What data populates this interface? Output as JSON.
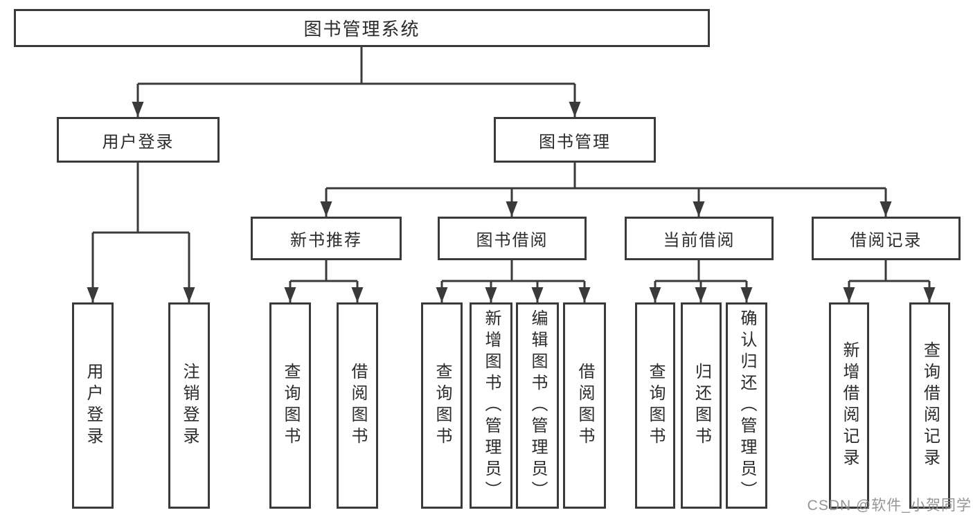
{
  "tree": {
    "label": "图书管理系统",
    "children": [
      {
        "label": "用户登录",
        "children": [
          {
            "label": "用户登录"
          },
          {
            "label": "注销登录"
          }
        ]
      },
      {
        "label": "图书管理",
        "children": [
          {
            "label": "新书推荐",
            "children": [
              {
                "label": "查询图书"
              },
              {
                "label": "借阅图书"
              }
            ]
          },
          {
            "label": "图书借阅",
            "children": [
              {
                "label": "查询图书"
              },
              {
                "label": "新增图书（管理员）"
              },
              {
                "label": "编辑图书（管理员）"
              },
              {
                "label": "借阅图书"
              }
            ]
          },
          {
            "label": "当前借阅",
            "children": [
              {
                "label": "查询图书"
              },
              {
                "label": "归还图书"
              },
              {
                "label": "确认归还（管理员）"
              }
            ]
          },
          {
            "label": "借阅记录",
            "children": [
              {
                "label": "新增借阅记录"
              },
              {
                "label": "查询借阅记录"
              }
            ]
          }
        ]
      }
    ]
  },
  "watermark": {
    "text": "CSDN @软件_小贺同学"
  },
  "colors": {
    "line": "#3a3a3a",
    "text": "#2b2b2b",
    "background": "#ffffff",
    "watermark": "#8c8c8c"
  }
}
